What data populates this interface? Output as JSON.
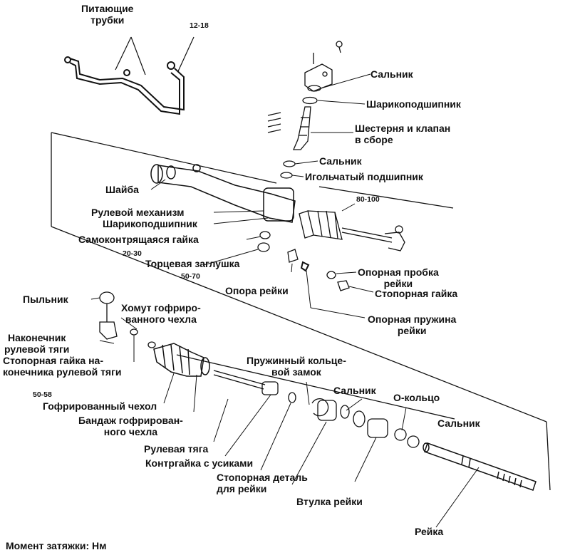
{
  "labels": {
    "supply_tubes_l1": "Питающие",
    "supply_tubes_l2": "трубки",
    "torque_12_18": "12-18",
    "oil_seal_top": "Сальник",
    "ball_bearing_top": "Шарикоподшипник",
    "pinion_valve_l1": "Шестерня и клапан",
    "pinion_valve_l2": "в сборе",
    "oil_seal_mid": "Сальник",
    "needle_bearing": "Игольчатый подшипник",
    "washer": "Шайба",
    "torque_80_100": "80-100",
    "gear_housing": "Рулевой механизм",
    "ball_bearing_mid": "Шарикоподшипник",
    "self_lock_nut": "Самоконтрящаяся гайка",
    "torque_20_30": "20-30",
    "end_plug": "Торцевая заглушка",
    "torque_50_70": "50-70",
    "rack_support": "Опора рейки",
    "support_plug_l1": "Опорная пробка",
    "support_plug_l2": "рейки",
    "lock_nut": "Стопорная гайка",
    "support_spring_l1": "Опорная пружина",
    "support_spring_l2": "рейки",
    "dust_cover": "Пыльник",
    "bellows_clamp_l1": "Хомут гофриро-",
    "bellows_clamp_l2": "ванного чехла",
    "tie_rod_end_l1": "Наконечник",
    "tie_rod_end_l2": "рулевой тяги",
    "tie_rod_end_nut_l1": "Стопорная гайка на-",
    "tie_rod_end_nut_l2": "конечника рулевой тяги",
    "torque_50_58": "50-58",
    "bellows": "Гофрированный чехол",
    "bellows_band_l1": "Бандаж гофрирован-",
    "bellows_band_l2": "ного чехла",
    "tie_rod": "Рулевая тяга",
    "tab_lock_nut": "Контргайка с усиками",
    "rack_stopper_l1": "Стопорная деталь",
    "rack_stopper_l2": "для рейки",
    "snap_ring_l1": "Пружинный кольце-",
    "snap_ring_l2": "вой замок",
    "oil_seal_low": "Сальник",
    "o_ring": "О-кольцо",
    "oil_seal_right": "Сальник",
    "rack_bushing": "Втулка рейки",
    "rack": "Рейка",
    "torque_note": "Момент затяжки: Нм"
  }
}
